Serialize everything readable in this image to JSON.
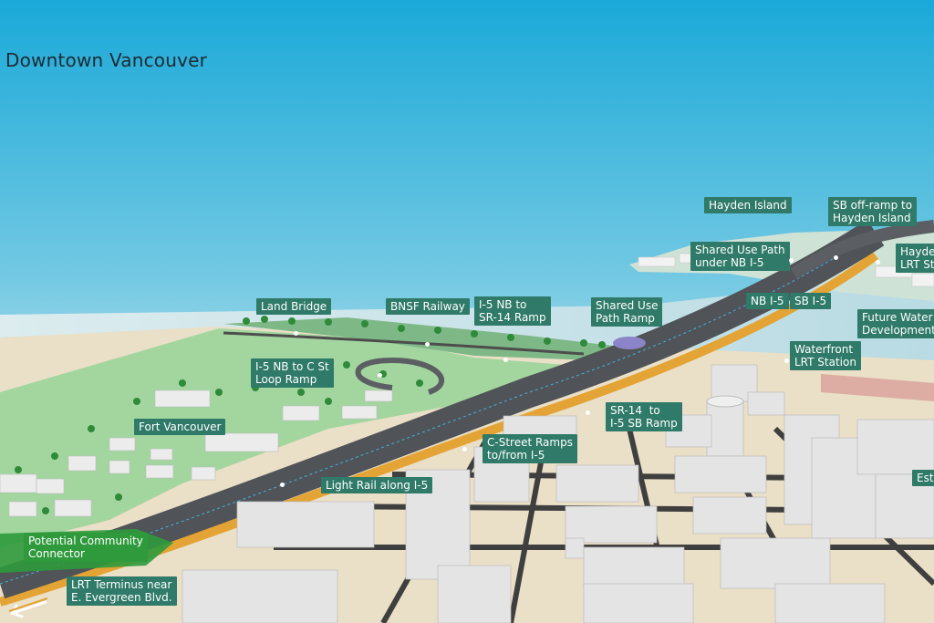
{
  "map": {
    "title": "Downtown Vancouver",
    "labels": {
      "hayden_island": "Hayden Island",
      "sb_offramp": "SB off-ramp to\nHayden Island",
      "hayden_lrt": "Hayde\nLRT St",
      "shared_use_path_nb": "Shared Use Path\nunder NB I-5",
      "nb_i5": "NB I-5",
      "sb_i5": "SB I-5",
      "land_bridge": "Land Bridge",
      "bnsf": "BNSF Railway",
      "i5_sr14": "I-5 NB to\nSR-14 Ramp",
      "shared_use_ramp": "Shared Use\nPath Ramp",
      "future_water": "Future Water\nDevelopment",
      "waterfront_lrt": "Waterfront\nLRT Station",
      "i5_cst_loop": "I-5 NB to C St\nLoop Ramp",
      "fort_vancouver": "Fort Vancouver",
      "sr14_i5": "SR-14  to\nI-5 SB Ramp",
      "cstreet_ramps": "C-Street Ramps\nto/from I-5",
      "light_rail": "Light Rail along I-5",
      "est": "Est",
      "potential_connector": "Potential Community\nConnector",
      "lrt_terminus": "LRT Terminus near\nE. Evergreen Blvd."
    },
    "colors": {
      "sky_top": "#1aa9d8",
      "sky_bottom": "#e6f3f6",
      "label_bg": "#2f7a68",
      "connector_green": "#2e9a3c",
      "highway": "#505357",
      "light_rail_orange": "#e3a435",
      "grass": "#9dd49a",
      "buildings": "#e4e4e4",
      "ground": "#eadfc7"
    }
  }
}
